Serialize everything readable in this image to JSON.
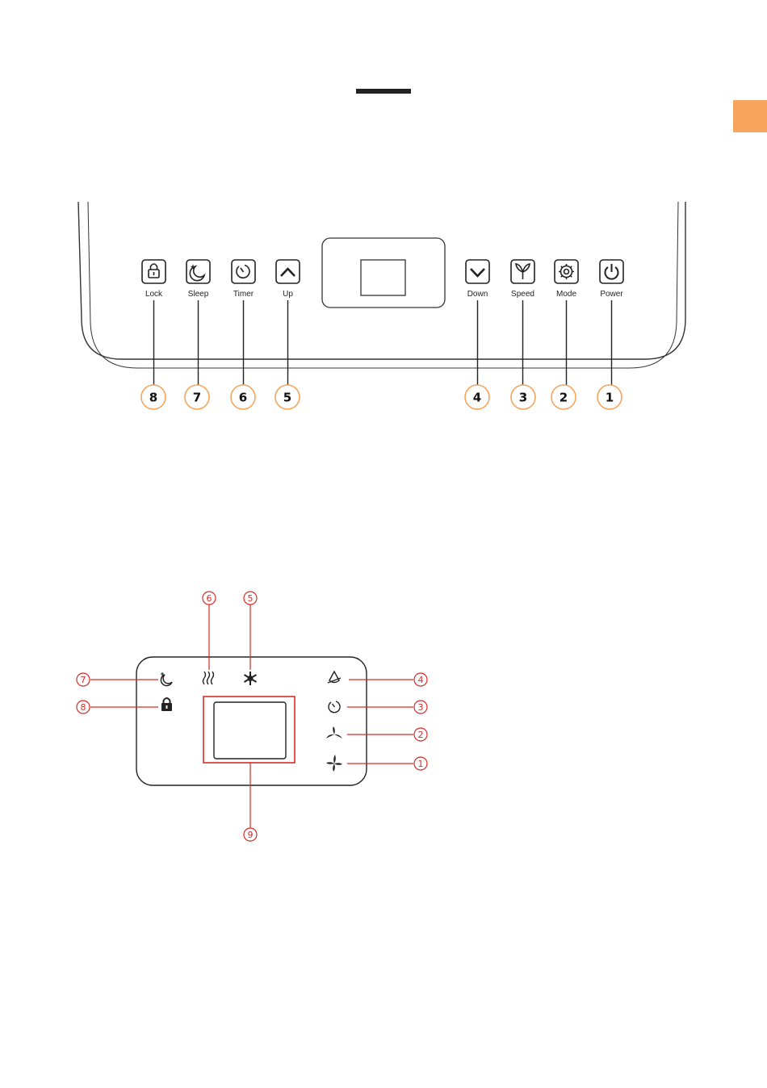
{
  "colors": {
    "accent": "#f7a45c",
    "callout_red": "#d92a2a",
    "outline": "#222222"
  },
  "control_panel": {
    "buttons": [
      {
        "label": "Lock",
        "number": "8",
        "icon": "lock-icon"
      },
      {
        "label": "Sleep",
        "number": "7",
        "icon": "sleep-moon-icon"
      },
      {
        "label": "Timer",
        "number": "6",
        "icon": "timer-icon"
      },
      {
        "label": "Up",
        "number": "5",
        "icon": "chevron-up-icon"
      },
      {
        "label": "Down",
        "number": "4",
        "icon": "chevron-down-icon"
      },
      {
        "label": "Speed",
        "number": "3",
        "icon": "fan-speed-icon"
      },
      {
        "label": "Mode",
        "number": "2",
        "icon": "mode-icon"
      },
      {
        "label": "Power",
        "number": "1",
        "icon": "power-icon"
      }
    ]
  },
  "display_panel": {
    "indicators": [
      {
        "number": "1",
        "icon": "fan-high-icon"
      },
      {
        "number": "2",
        "icon": "fan-low-icon"
      },
      {
        "number": "3",
        "icon": "timer-icon"
      },
      {
        "number": "4",
        "icon": "dehumidify-drop-icon"
      },
      {
        "number": "5",
        "icon": "snowflake-icon"
      },
      {
        "number": "6",
        "icon": "heat-waves-icon"
      },
      {
        "number": "7",
        "icon": "sleep-moon-icon"
      },
      {
        "number": "8",
        "icon": "lock-icon"
      },
      {
        "number": "9",
        "icon": "digital-display"
      }
    ]
  }
}
